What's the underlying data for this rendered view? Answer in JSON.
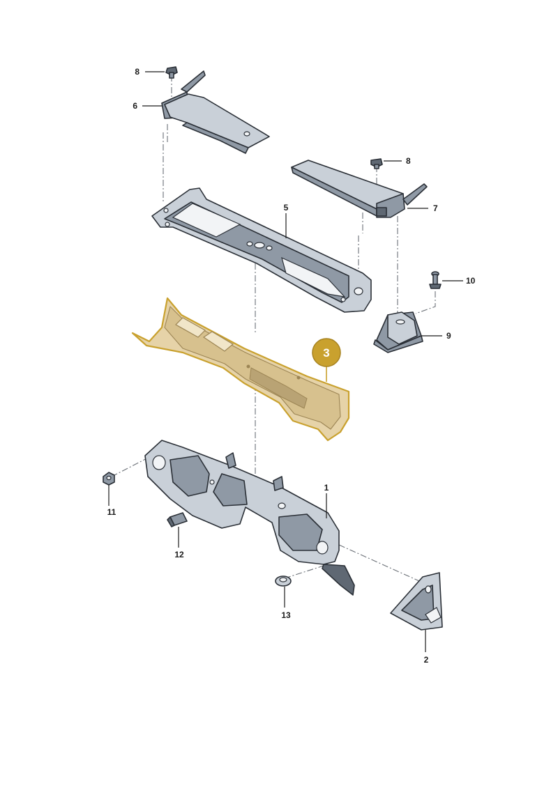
{
  "part_numbers": {
    "p1": "1",
    "p2": "2",
    "p3": "3",
    "p5": "5",
    "p6": "6",
    "p7": "7",
    "p8a": "8",
    "p8b": "8",
    "p9": "9",
    "p10": "10",
    "p11": "11",
    "p12": "12",
    "p13": "13"
  },
  "highlight": {
    "part": "3",
    "color": "#c9a12e"
  },
  "colors": {
    "metal": "#c9d0d8",
    "outline": "#2a2f36",
    "insulation": "#e6d3a8"
  }
}
